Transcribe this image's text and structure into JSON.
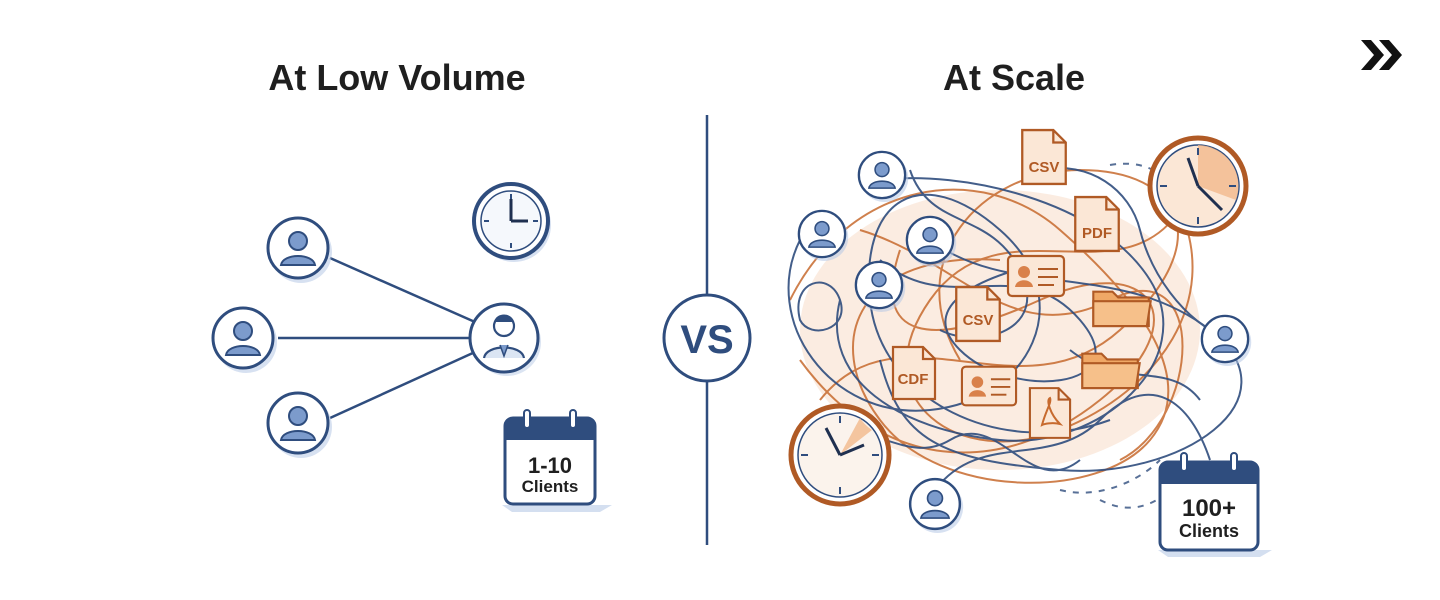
{
  "left_title": "At Low Volume",
  "right_title": "At Scale",
  "vs_label": "VS",
  "left_calendar": {
    "count": "1-10",
    "unit": "Clients"
  },
  "right_calendar": {
    "count": "100+",
    "unit": "Clients"
  },
  "documents": {
    "csv_top": "CSV",
    "pdf": "PDF",
    "csv_mid": "CSV",
    "cdf": "CDF"
  },
  "colors": {
    "navy": "#2f4d7e",
    "orange": "#c76a2e",
    "light_blue": "#b7c9e6",
    "peach": "#f3c9a8"
  },
  "brand_icon": "double-chevron-right-icon"
}
